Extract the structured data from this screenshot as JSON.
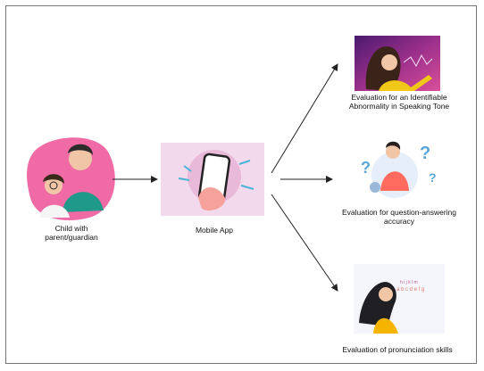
{
  "diagram": {
    "nodes": {
      "child": {
        "label": "Child with parent/guardian",
        "icon": "child-parent-illustration"
      },
      "app": {
        "label": "Mobile App",
        "icon": "phone-in-hand-illustration"
      },
      "tone": {
        "label": "Evaluation for an Identifiable Abnormality in Speaking Tone",
        "icon": "speaking-woman-illustration"
      },
      "qa": {
        "label": "Evaluation for question-answering accuracy",
        "icon": "thinking-woman-question-marks-illustration"
      },
      "pron": {
        "label": "Evaluation of pronunciation skills",
        "icon": "woman-speaking-letters-illustration"
      }
    },
    "edges": [
      {
        "from": "child",
        "to": "app"
      },
      {
        "from": "app",
        "to": "tone"
      },
      {
        "from": "app",
        "to": "qa"
      },
      {
        "from": "app",
        "to": "pron"
      }
    ],
    "colors": {
      "child_bg": "#f06aa6",
      "app_bg": "#f3d9ec",
      "tone_bg": "#7a2a86",
      "qa_accent": "#5aa6d8",
      "pron_accent": "#f4b400",
      "arrow": "#222222"
    }
  }
}
